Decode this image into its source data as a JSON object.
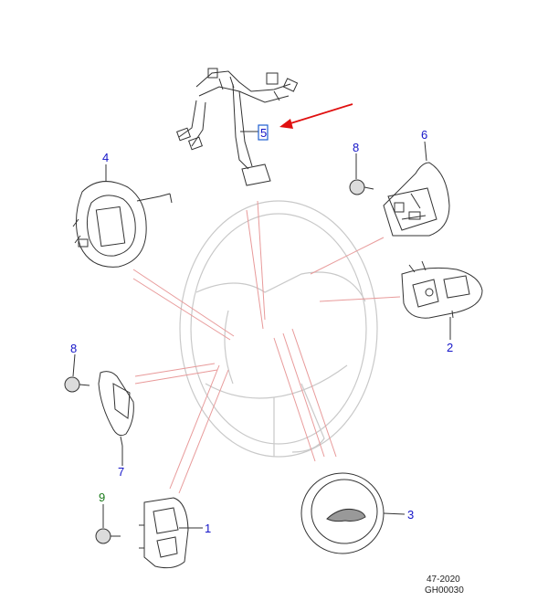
{
  "callouts": [
    {
      "id": "1",
      "label": "1",
      "color": "#1515c8"
    },
    {
      "id": "2",
      "label": "2",
      "color": "#1515c8"
    },
    {
      "id": "3",
      "label": "3",
      "color": "#1515c8"
    },
    {
      "id": "4",
      "label": "4",
      "color": "#1515c8"
    },
    {
      "id": "5",
      "label": "5",
      "color": "#1515c8",
      "highlight": "#1e5fd0"
    },
    {
      "id": "6",
      "label": "6",
      "color": "#1515c8"
    },
    {
      "id": "7",
      "label": "7",
      "color": "#1515c8"
    },
    {
      "id": "8a",
      "label": "8",
      "color": "#1515c8"
    },
    {
      "id": "8b",
      "label": "8",
      "color": "#1515c8"
    },
    {
      "id": "9",
      "label": "9",
      "color": "#1a7a1a"
    }
  ],
  "reference": {
    "date": "47-2020",
    "code": "GH00030"
  },
  "colors": {
    "line": "#333333",
    "ghost": "#c9c9c9",
    "leader": "#e89a9a",
    "arrow": "#e01010"
  }
}
